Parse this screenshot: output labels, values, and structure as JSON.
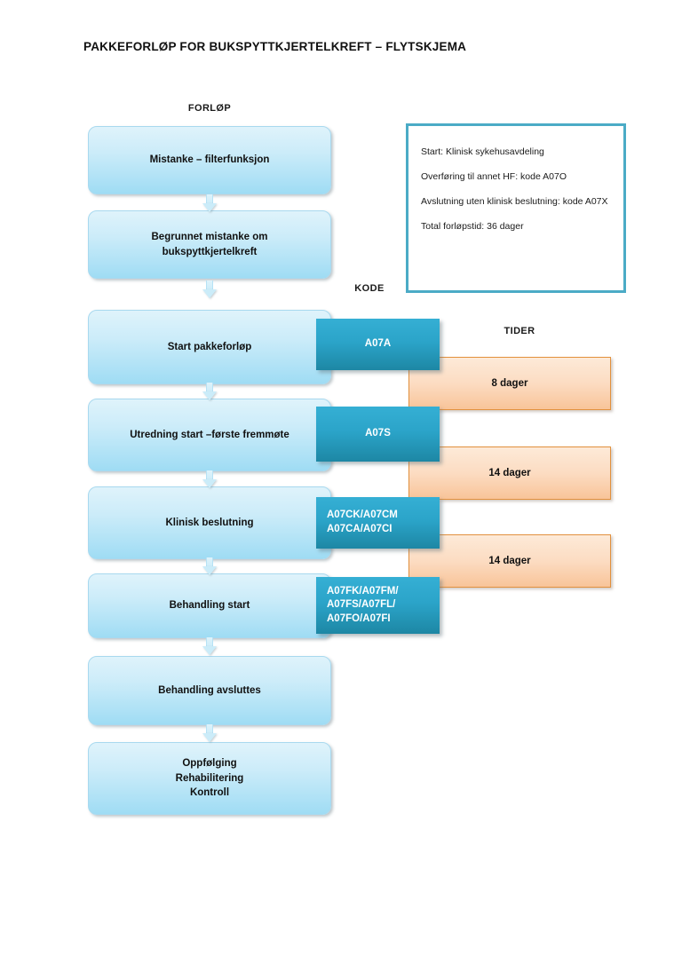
{
  "document": {
    "title": "PAKKEFORLØP FOR BUKSPYTTKJERTELKREFT – FLYTSKJEMA"
  },
  "columns": {
    "flow_header": "FORLØP",
    "code_header": "KODE",
    "time_header": "TIDER"
  },
  "flow_steps": [
    {
      "label": "Mistanke – filterfunksjon"
    },
    {
      "label": "Begrunnet mistanke om\nbukspyttkjertelkreft"
    },
    {
      "label": "Start pakkeforløp"
    },
    {
      "label": "Utredning start –første fremmøte"
    },
    {
      "label": "Klinisk beslutning"
    },
    {
      "label": "Behandling start"
    },
    {
      "label": "Behandling avsluttes"
    },
    {
      "label": "Oppfølging\nRehabilitering\nKontroll"
    }
  ],
  "codes": [
    {
      "label": "A07A"
    },
    {
      "label": "A07S"
    },
    {
      "label": "A07CK/A07CM\nA07CA/A07CI"
    },
    {
      "label": "A07FK/A07FM/\nA07FS/A07FL/\nA07FO/A07FI"
    }
  ],
  "times": [
    {
      "label": "8 dager"
    },
    {
      "label": "14 dager"
    },
    {
      "label": "14 dager"
    }
  ],
  "info_box": {
    "lines": [
      "Start: Klinisk sykehusavdeling",
      "Overføring til annet HF: kode A07O",
      "Avslutning uten klinisk beslutning: kode A07X",
      "Total forløpstid: 36 dager"
    ]
  },
  "colors": {
    "process_fill": "#ccecf9",
    "code_fill": "#2ba4c9",
    "time_fill": "#fcdcc2",
    "info_border": "#4babc6",
    "time_border": "#e2913e"
  }
}
